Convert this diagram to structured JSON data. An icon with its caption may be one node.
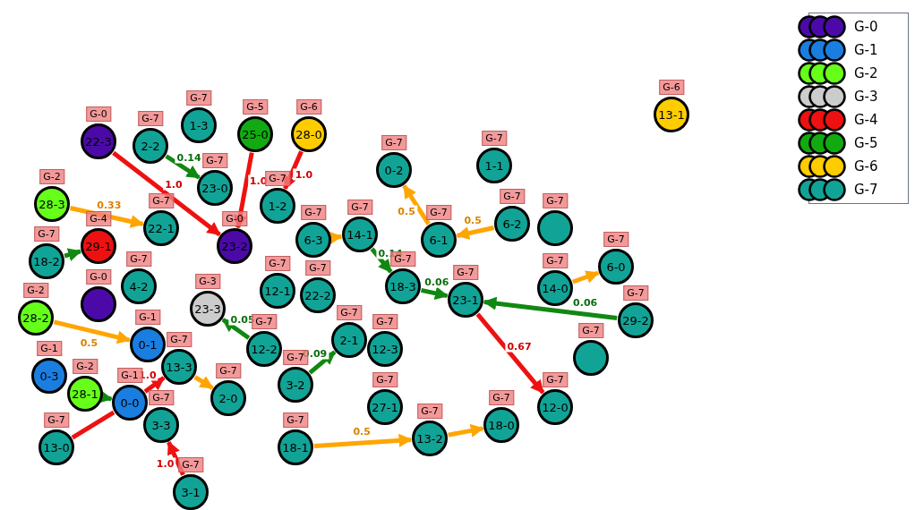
{
  "diagram": {
    "nodes": [
      {
        "text": [
          "13-1"
        ],
        "beside": [
          "G-6"
        ]
      },
      {
        "text": [
          "22-3"
        ],
        "beside": [
          "G-0"
        ]
      },
      {
        "text": [
          "2-2"
        ],
        "beside": [
          "G-7"
        ]
      },
      {
        "text": [
          "1-3"
        ],
        "beside": [
          "G-7"
        ]
      },
      {
        "text": [
          "25-0"
        ],
        "beside": [
          "G-5"
        ]
      },
      {
        "text": [
          "28-0"
        ],
        "beside": [
          "G-6"
        ]
      },
      {
        "text": [
          "23-0"
        ],
        "beside": [
          "G-7"
        ]
      },
      {
        "text": [
          "28-3"
        ],
        "beside": [
          "G-2"
        ]
      },
      {
        "text": [
          "1-2"
        ],
        "beside": [
          "G-7"
        ]
      },
      {
        "text": [
          "6-3"
        ],
        "beside": [
          "G-7"
        ]
      },
      {
        "text": [
          "0-2"
        ],
        "beside": [
          "G-7"
        ]
      },
      {
        "text": [
          "6-1"
        ],
        "beside": [
          "G-7"
        ]
      },
      {
        "text": [
          "1-1"
        ],
        "beside": [
          "G-7"
        ]
      },
      {
        "text": [
          "6-2"
        ],
        "beside": [
          "G-7"
        ]
      },
      {
        "text": [
          "14-1"
        ],
        "beside": [
          "G-7"
        ]
      },
      {
        "text": [
          "22-1"
        ],
        "beside": [
          "G-7"
        ]
      },
      {
        "text": [
          "23-2"
        ],
        "beside": [
          "G-0"
        ]
      },
      {
        "text": [
          "18-2"
        ],
        "beside": [
          "G-7"
        ]
      },
      {
        "text": [
          "29-1"
        ],
        "beside": [
          "G-4"
        ]
      },
      {
        "text": [
          "4-2"
        ],
        "beside": [
          "G-7"
        ]
      },
      {
        "text": [],
        "shape": "circle",
        "beside": [
          "G-0"
        ]
      },
      {
        "text": [
          "12-1"
        ],
        "beside": [
          "G-7"
        ]
      },
      {
        "text": [
          "22-2"
        ],
        "beside": [
          "G-7"
        ]
      },
      {
        "text": [
          "18-3"
        ],
        "beside": [
          "G-7"
        ]
      },
      {
        "text": [],
        "shape": "circle",
        "beside": [
          "G-7"
        ]
      },
      {
        "text": [
          "14-0"
        ],
        "beside": [
          "G-7"
        ]
      },
      {
        "text": [
          "6-0"
        ],
        "beside": [
          "G-7"
        ]
      },
      {
        "text": [
          "28-2"
        ],
        "beside": [
          "G-2"
        ]
      },
      {
        "text": [
          "0-1"
        ],
        "beside": [
          "G-1"
        ]
      },
      {
        "text": [
          "23-3"
        ],
        "beside": [
          "G-3"
        ]
      },
      {
        "text": [
          "12-2"
        ],
        "beside": [
          "G-7"
        ]
      },
      {
        "text": [
          "2-1"
        ],
        "beside": [
          "G-7"
        ]
      },
      {
        "text": [
          "23-1"
        ],
        "beside": [
          "G-7"
        ]
      },
      {
        "text": [
          "29-2"
        ],
        "beside": [
          "G-7"
        ]
      },
      {
        "text": [
          "0-3"
        ],
        "beside": [
          "G-1"
        ]
      },
      {
        "text": [
          "28-1"
        ],
        "beside": [
          "G-2"
        ]
      },
      {
        "text": [
          "0-0"
        ],
        "beside": [
          "G-1"
        ]
      },
      {
        "text": [
          "13-3"
        ],
        "beside": [
          "G-7"
        ]
      },
      {
        "text": [
          "12-3"
        ],
        "beside": [
          "G-7"
        ]
      },
      {
        "text": [
          "27-1"
        ],
        "beside": [
          "G-7"
        ]
      },
      {
        "text": [],
        "shape": "circle",
        "beside": [
          "G-7"
        ]
      },
      {
        "text": [
          "12-0"
        ],
        "beside": [
          "G-7"
        ]
      },
      {
        "text": [
          "3-2"
        ],
        "beside": [
          "G-7"
        ]
      },
      {
        "text": [
          "18-1"
        ],
        "beside": [
          "G-7"
        ]
      },
      {
        "text": [
          "13-2"
        ],
        "beside": [
          "G-7"
        ]
      },
      {
        "text": [
          "18-0"
        ],
        "beside": [
          "G-7"
        ]
      },
      {
        "text": [
          "2-0"
        ],
        "beside": [
          "G-7"
        ]
      },
      {
        "text": [
          "3-3"
        ],
        "beside": [
          "G-7"
        ]
      },
      {
        "text": [
          "13-0"
        ],
        "beside": [
          "G-7"
        ]
      },
      {
        "text": [
          "3-1"
        ],
        "beside": [
          "G-7"
        ]
      }
    ],
    "edges": [
      {
        "from": 1,
        "to": 16,
        "arrow": "to",
        "label": "1.0",
        "color": "#ee1111"
      },
      {
        "from": 5,
        "to": 8,
        "arrow": "to",
        "label": "1.0",
        "color": "#ee1111"
      },
      {
        "from": 4,
        "to": 16,
        "arrow": "to",
        "label": "1.0",
        "color": "#ee1111"
      },
      {
        "from": 48,
        "to": 36,
        "arrow": "none",
        "color": "#ee1111"
      },
      {
        "from": 36,
        "to": 37,
        "arrow": "to",
        "label": "1.0",
        "color": "#ee1111"
      },
      {
        "from": 49,
        "to": 47,
        "arrow": "to",
        "label": "1.0",
        "color": "#ee1111"
      },
      {
        "from": 27,
        "to": 28,
        "arrow": "to",
        "label": "0.5"
      },
      {
        "from": 7,
        "to": 15,
        "arrow": "to",
        "label": "0.33"
      },
      {
        "from": 2,
        "to": 6,
        "arrow": "to",
        "label": "0.14",
        "color": "#118811"
      },
      {
        "from": 33,
        "to": 32,
        "arrow": "to",
        "label": "0.06",
        "color": "#118811"
      },
      {
        "from": 23,
        "to": 32,
        "arrow": "to",
        "label": "0.06",
        "color": "#118811"
      },
      {
        "from": 43,
        "to": 44,
        "arrow": "to",
        "label": "0.5"
      },
      {
        "from": 44,
        "to": 45,
        "arrow": "to"
      },
      {
        "from": 25,
        "to": 26,
        "arrow": "to"
      },
      {
        "from": 11,
        "to": 10,
        "arrow": "to",
        "label": "0.5"
      },
      {
        "from": 13,
        "to": 11,
        "arrow": "to",
        "label": "0.5"
      },
      {
        "from": 17,
        "to": 18,
        "arrow": "to",
        "color": "#118811"
      },
      {
        "from": 30,
        "to": 29,
        "arrow": "to",
        "label": "0.05",
        "color": "#118811"
      },
      {
        "from": 14,
        "to": 23,
        "arrow": "to",
        "label": "0.14",
        "color": "#118811"
      },
      {
        "from": 37,
        "to": 46,
        "arrow": "to"
      },
      {
        "from": 32,
        "to": 41,
        "arrow": "to",
        "label": "0.67",
        "color": "#ee1111"
      },
      {
        "from": 9,
        "to": 14,
        "arrow": "to"
      },
      {
        "from": 35,
        "to": 36,
        "arrow": "to",
        "color": "#118811"
      },
      {
        "from": 42,
        "to": 31,
        "arrow": "to",
        "label": "0.09",
        "color": "#118811"
      }
    ],
    "legend": [
      {
        "text": "G-0",
        "color": "#4b0aa8"
      },
      {
        "text": "G-1",
        "color": "#1a7ee0"
      },
      {
        "text": "G-2",
        "color": "#66ff1a"
      },
      {
        "text": "G-3",
        "color": "#cccccc"
      },
      {
        "text": "G-4",
        "color": "#ee1111"
      },
      {
        "text": "G-5",
        "color": "#11aa11"
      },
      {
        "text": "G-6",
        "color": "#ffcc00"
      },
      {
        "text": "G-7",
        "color": "#11a396"
      }
    ]
  }
}
